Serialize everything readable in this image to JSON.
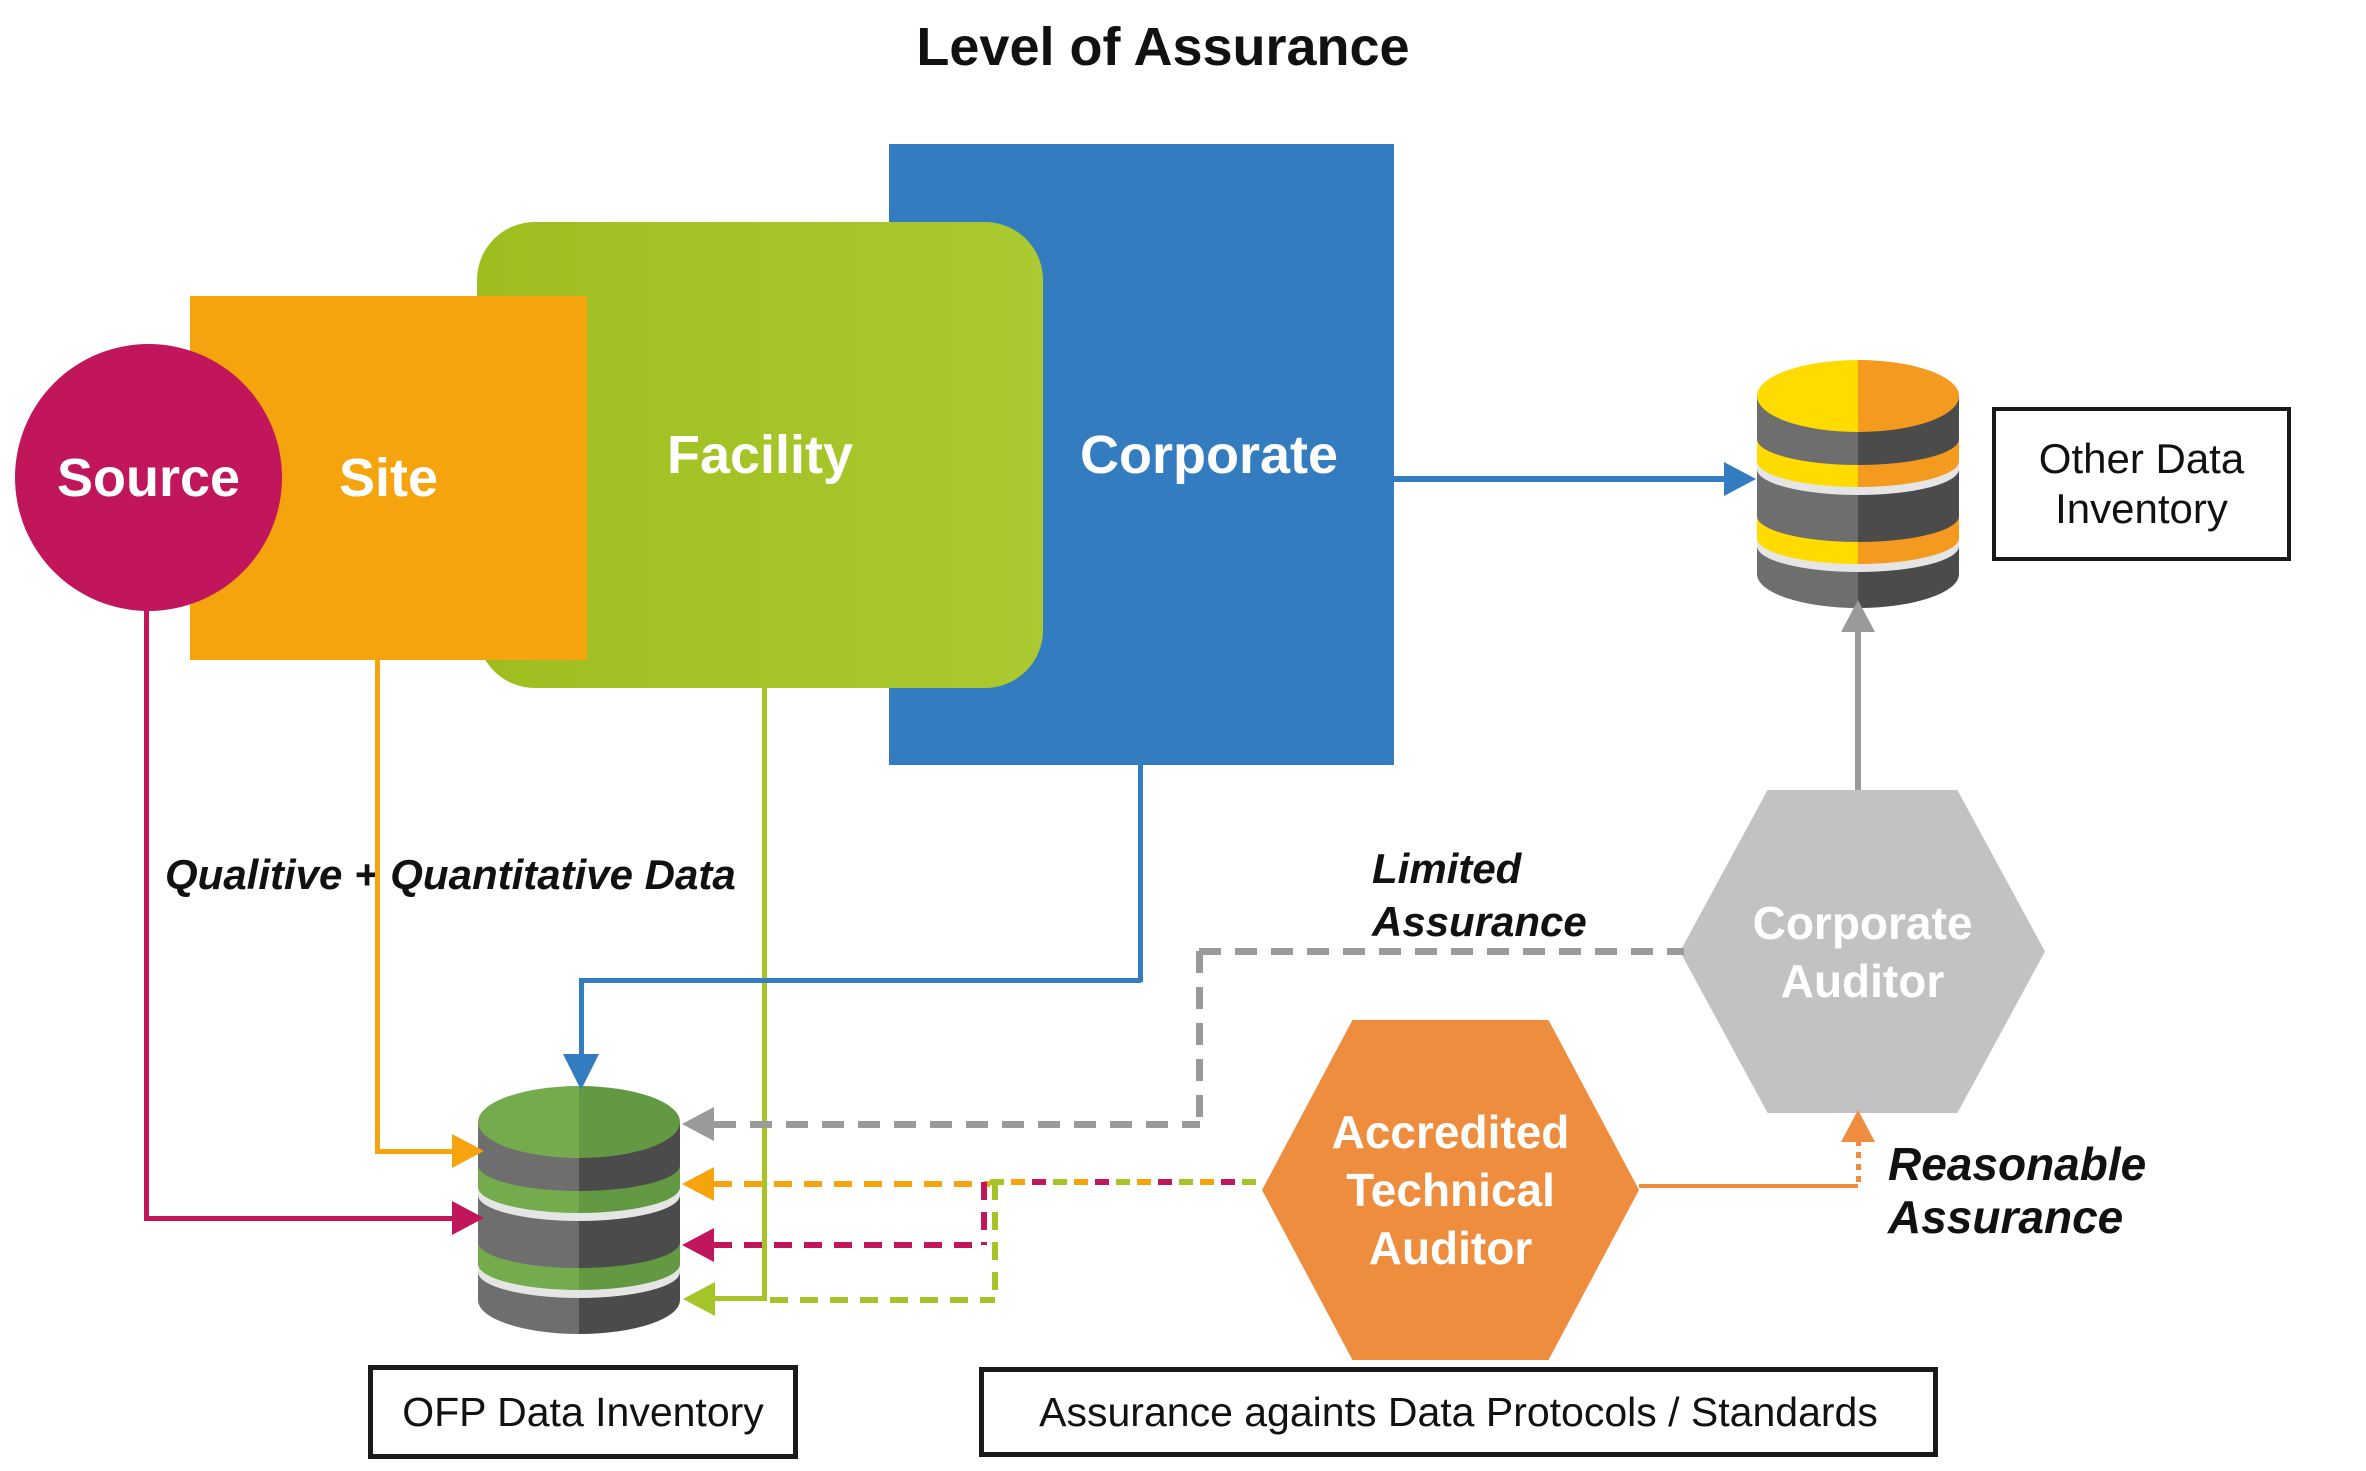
{
  "title": "Level of Assurance",
  "levels": {
    "source": "Source",
    "site": "Site",
    "facility": "Facility",
    "corporate": "Corporate"
  },
  "auditors": {
    "corporate_auditor": {
      "line1": "Corporate",
      "line2": "Auditor"
    },
    "technical_auditor": {
      "line1": "Accredited",
      "line2": "Technical",
      "line3": "Auditor"
    }
  },
  "labels": {
    "other_inventory": {
      "line1": "Other Data",
      "line2": "Inventory"
    },
    "ofp_inventory": "OFP Data Inventory",
    "assurance_box": "Assurance againts Data Protocols / Standards",
    "qualitative": "Qualitive + Quantitative Data",
    "limited": {
      "line1": "Limited",
      "line2": "Assurance"
    },
    "reasonable": "Reasonable Assurance"
  },
  "icons": {
    "other_database": "database-icon",
    "ofp_database": "database-icon"
  },
  "colors": {
    "source-pink": "#C2165C",
    "site-orange": "#F5A40E",
    "facility-green": "#A5C428",
    "corporate-blue": "#337CBF",
    "auditor-gray": "#C2C2C4",
    "technical-orange": "#EF8D3E",
    "connector-gray": "#9A9A9A",
    "db-gray-left": "#6E6E6E",
    "db-gray-right": "#4B4B4B",
    "db-stripe-light": "#E5E5E5",
    "db-yellow": "#FFDB00",
    "db-orange": "#F49A1E",
    "db-green-left": "#74AB4D",
    "db-green-right": "#649943",
    "box-border-black": "#1A1A1A"
  }
}
